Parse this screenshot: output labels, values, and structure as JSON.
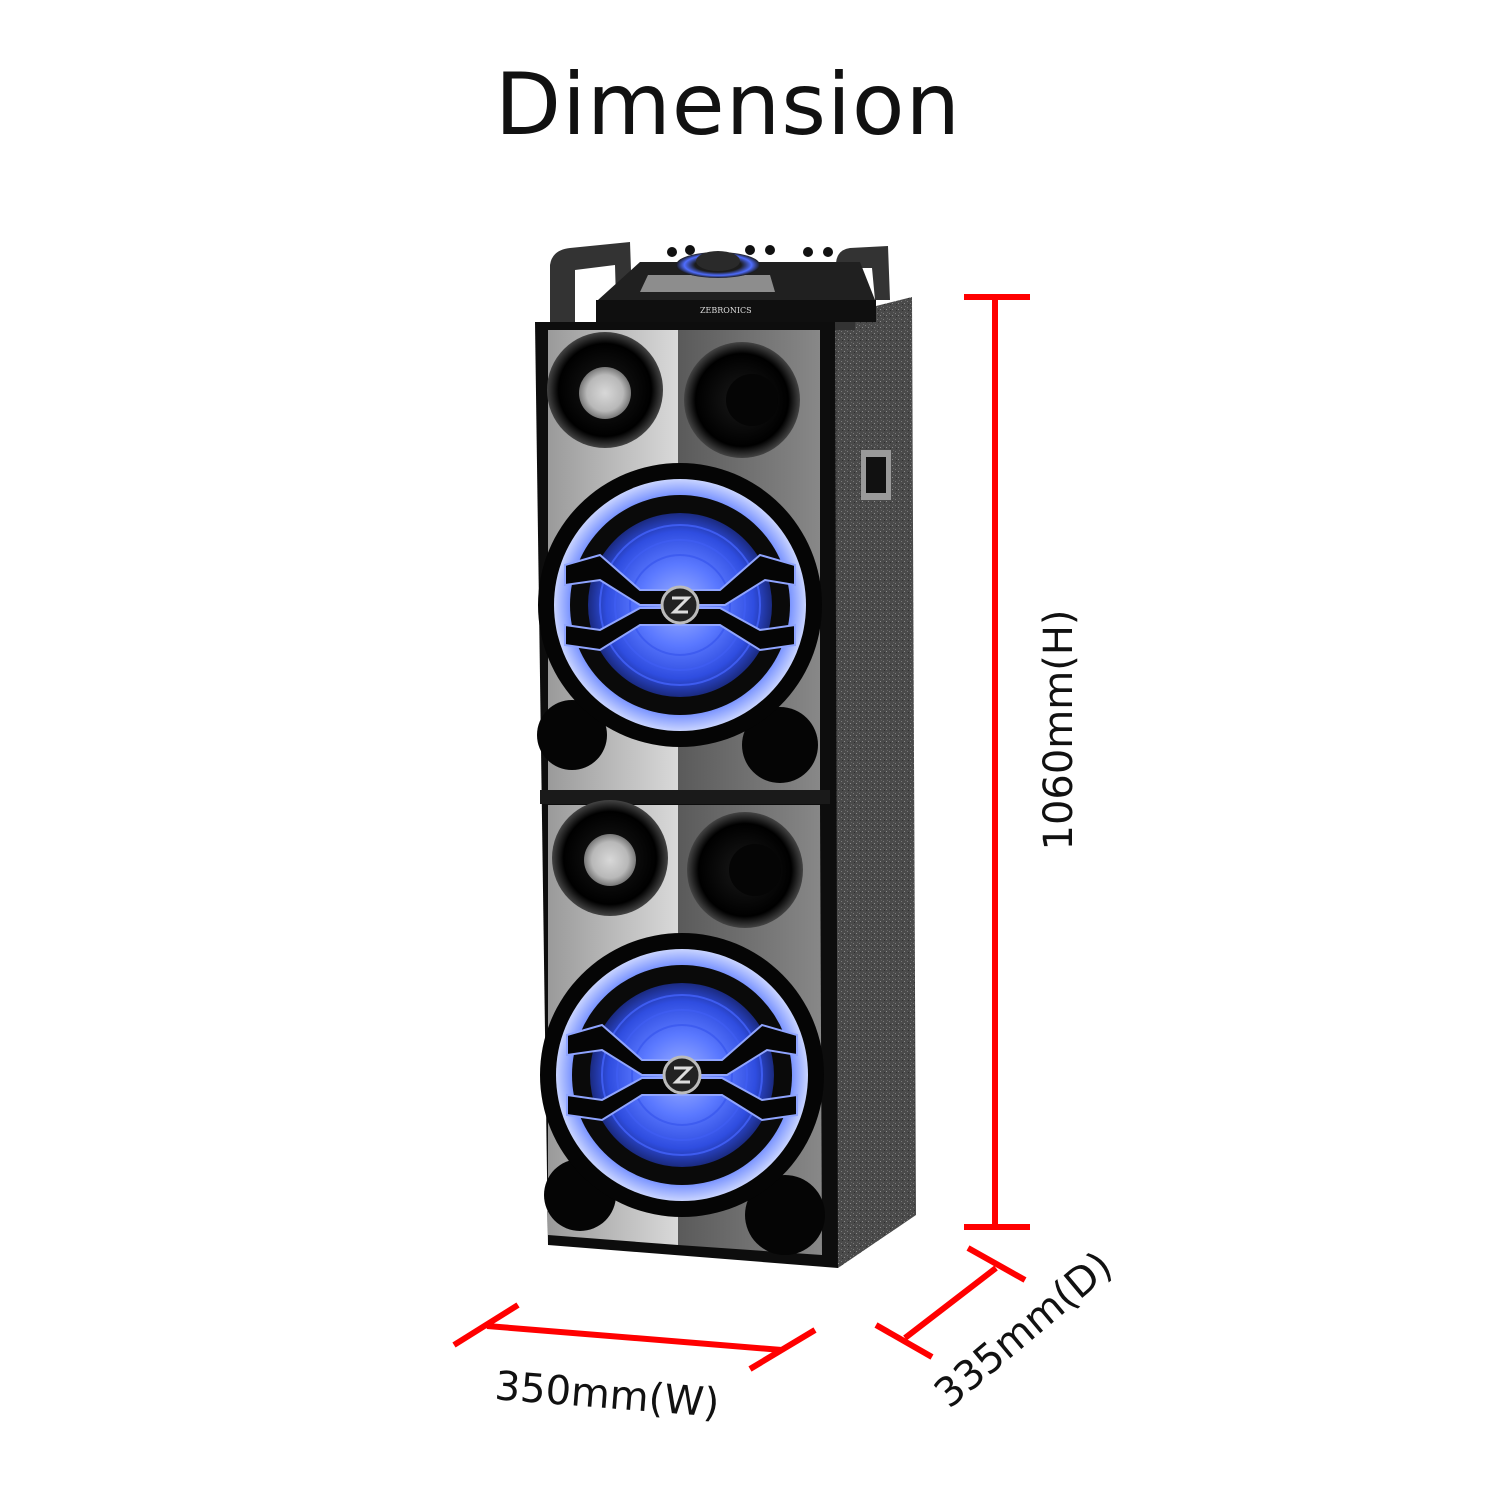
{
  "title": "Dimension",
  "product": {
    "brand": "ZEBRONICS",
    "type": "tower speaker",
    "accent_color": "#3a5cff",
    "glow_color": "#6f8cff"
  },
  "dimensions": {
    "height": {
      "value": 1060,
      "unit": "mm",
      "axis": "H",
      "label": "1060mm(H)"
    },
    "width": {
      "value": 350,
      "unit": "mm",
      "axis": "W",
      "label": "350mm(W)"
    },
    "depth": {
      "value": 335,
      "unit": "mm",
      "axis": "D",
      "label": "335mm(D)"
    },
    "line_color": "#ff0000"
  }
}
